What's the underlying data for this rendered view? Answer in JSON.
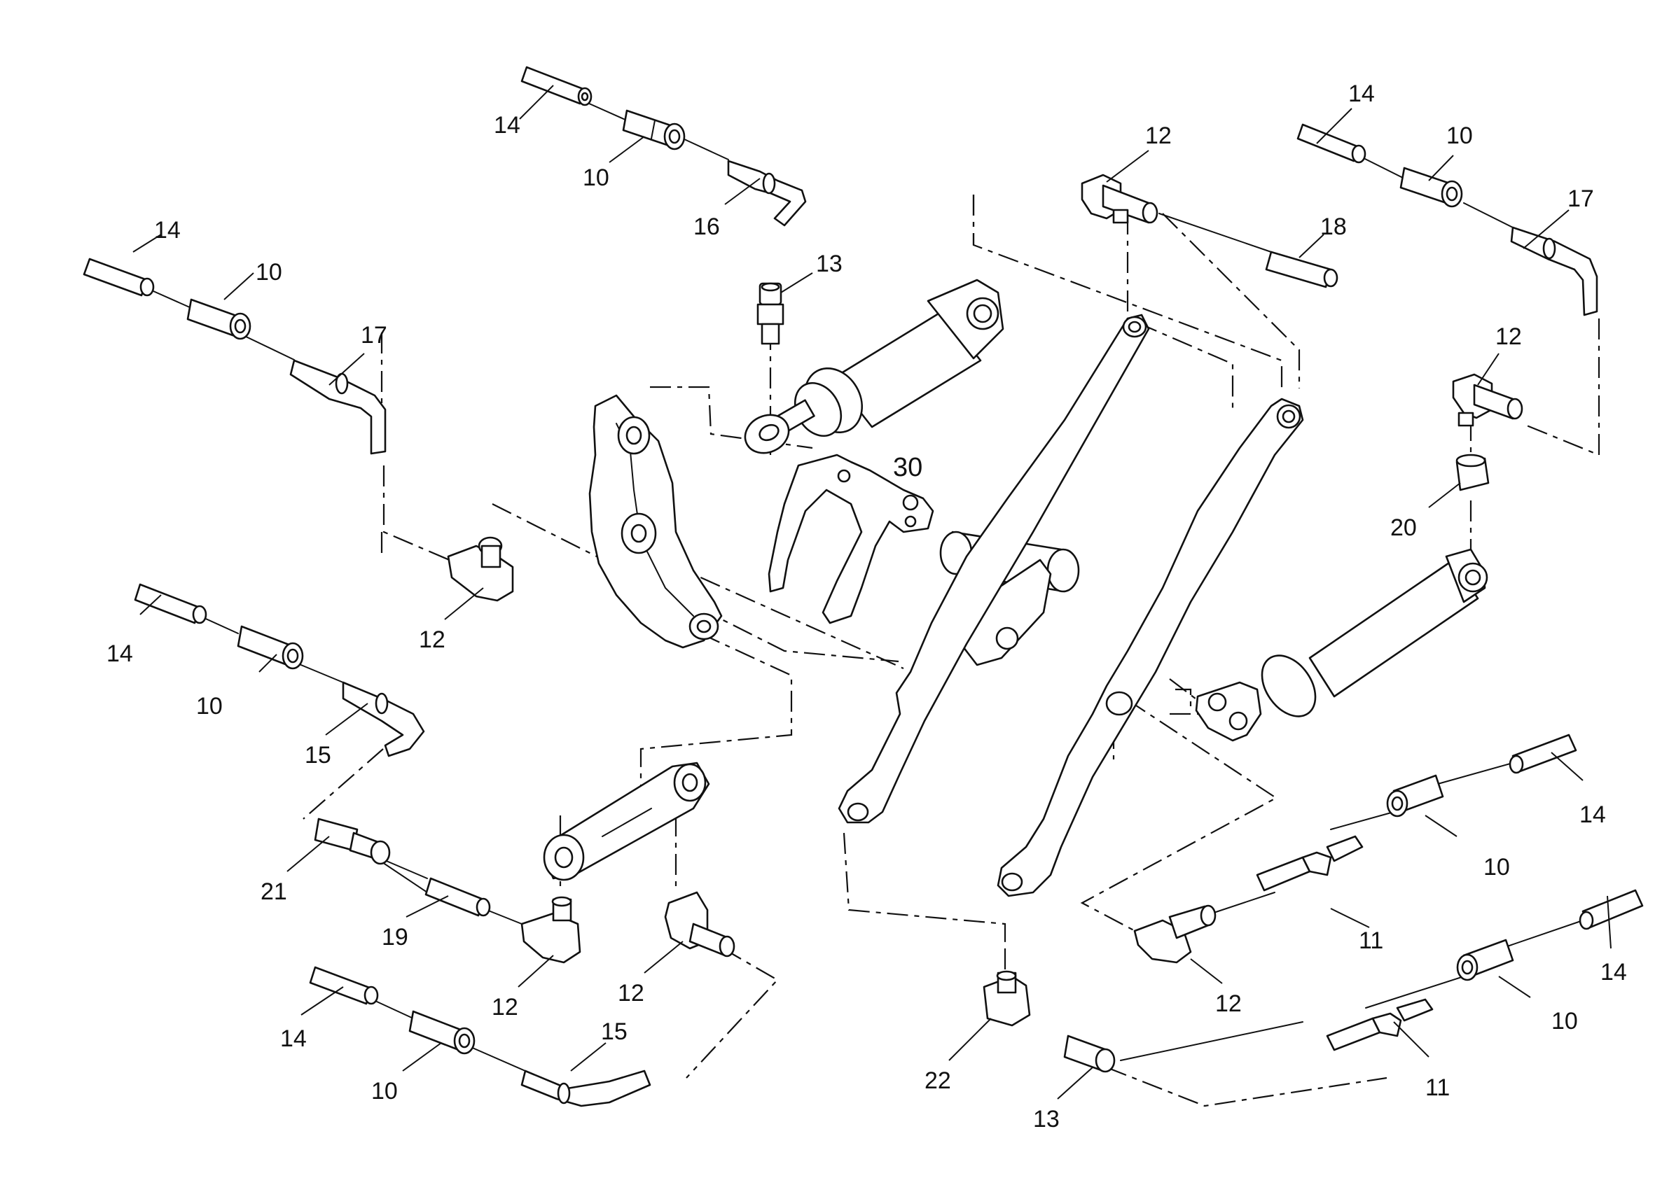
{
  "diagram": {
    "callouts": [
      {
        "id": "c14a",
        "text": "14"
      },
      {
        "id": "c10a",
        "text": "10"
      },
      {
        "id": "c16",
        "text": "16"
      },
      {
        "id": "c14b",
        "text": "14"
      },
      {
        "id": "c10b",
        "text": "10"
      },
      {
        "id": "c17a",
        "text": "17"
      },
      {
        "id": "c13a",
        "text": "13"
      },
      {
        "id": "c12a",
        "text": "12"
      },
      {
        "id": "c18",
        "text": "18"
      },
      {
        "id": "c14c",
        "text": "14"
      },
      {
        "id": "c10c",
        "text": "10"
      },
      {
        "id": "c17b",
        "text": "17"
      },
      {
        "id": "c12b",
        "text": "12"
      },
      {
        "id": "c20",
        "text": "20"
      },
      {
        "id": "c30",
        "text": "30"
      },
      {
        "id": "c12c",
        "text": "12"
      },
      {
        "id": "c14d",
        "text": "14"
      },
      {
        "id": "c10d",
        "text": "10"
      },
      {
        "id": "c15a",
        "text": "15"
      },
      {
        "id": "c21",
        "text": "21"
      },
      {
        "id": "c19",
        "text": "19"
      },
      {
        "id": "c12d",
        "text": "12"
      },
      {
        "id": "c12e",
        "text": "12"
      },
      {
        "id": "c14e",
        "text": "14"
      },
      {
        "id": "c10e",
        "text": "10"
      },
      {
        "id": "c15b",
        "text": "15"
      },
      {
        "id": "c22",
        "text": "22"
      },
      {
        "id": "c13b",
        "text": "13"
      },
      {
        "id": "c11a",
        "text": "11"
      },
      {
        "id": "c12f",
        "text": "12"
      },
      {
        "id": "c14f",
        "text": "14"
      },
      {
        "id": "c10f",
        "text": "10"
      },
      {
        "id": "c11b",
        "text": "11"
      },
      {
        "id": "c10g",
        "text": "10"
      },
      {
        "id": "c14g",
        "text": "14"
      }
    ]
  }
}
